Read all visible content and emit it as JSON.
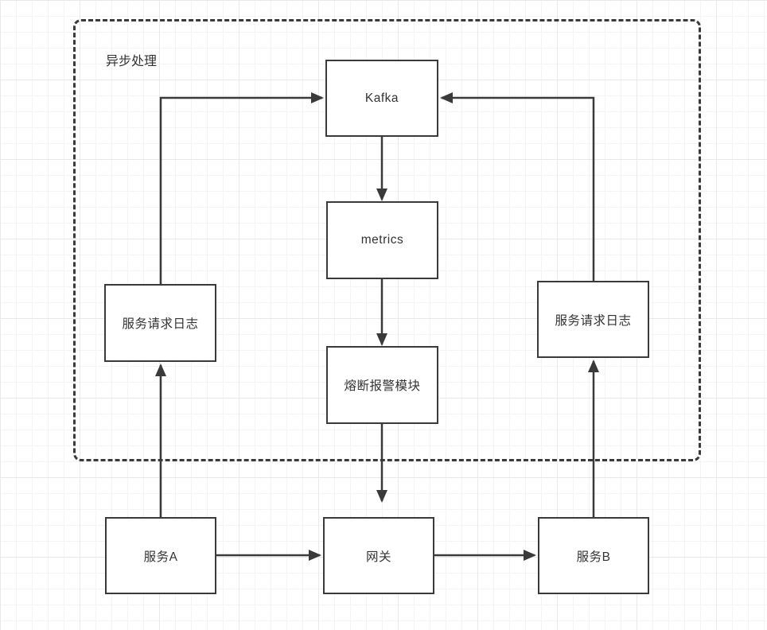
{
  "diagram": {
    "container_label": "异步处理",
    "nodes": {
      "kafka": {
        "label": "Kafka"
      },
      "metrics": {
        "label": "metrics"
      },
      "circuit_breaker": {
        "label": "熔断报警模块"
      },
      "log_left": {
        "label": "服务请求日志"
      },
      "log_right": {
        "label": "服务请求日志"
      },
      "service_a": {
        "label": "服务A"
      },
      "gateway": {
        "label": "网关"
      },
      "service_b": {
        "label": "服务B"
      }
    },
    "edges": [
      {
        "from": "log_left",
        "to": "kafka"
      },
      {
        "from": "log_right",
        "to": "kafka"
      },
      {
        "from": "kafka",
        "to": "metrics"
      },
      {
        "from": "metrics",
        "to": "circuit_breaker"
      },
      {
        "from": "circuit_breaker",
        "to": "gateway"
      },
      {
        "from": "service_a",
        "to": "log_left"
      },
      {
        "from": "service_b",
        "to": "log_right"
      },
      {
        "from": "service_a",
        "to": "gateway"
      },
      {
        "from": "gateway",
        "to": "service_b"
      }
    ],
    "colors": {
      "stroke": "#3a3a3a",
      "text": "#333333",
      "background": "#ffffff",
      "grid_minor": "#f4f4f4",
      "grid_major": "#e9e9e9"
    }
  }
}
